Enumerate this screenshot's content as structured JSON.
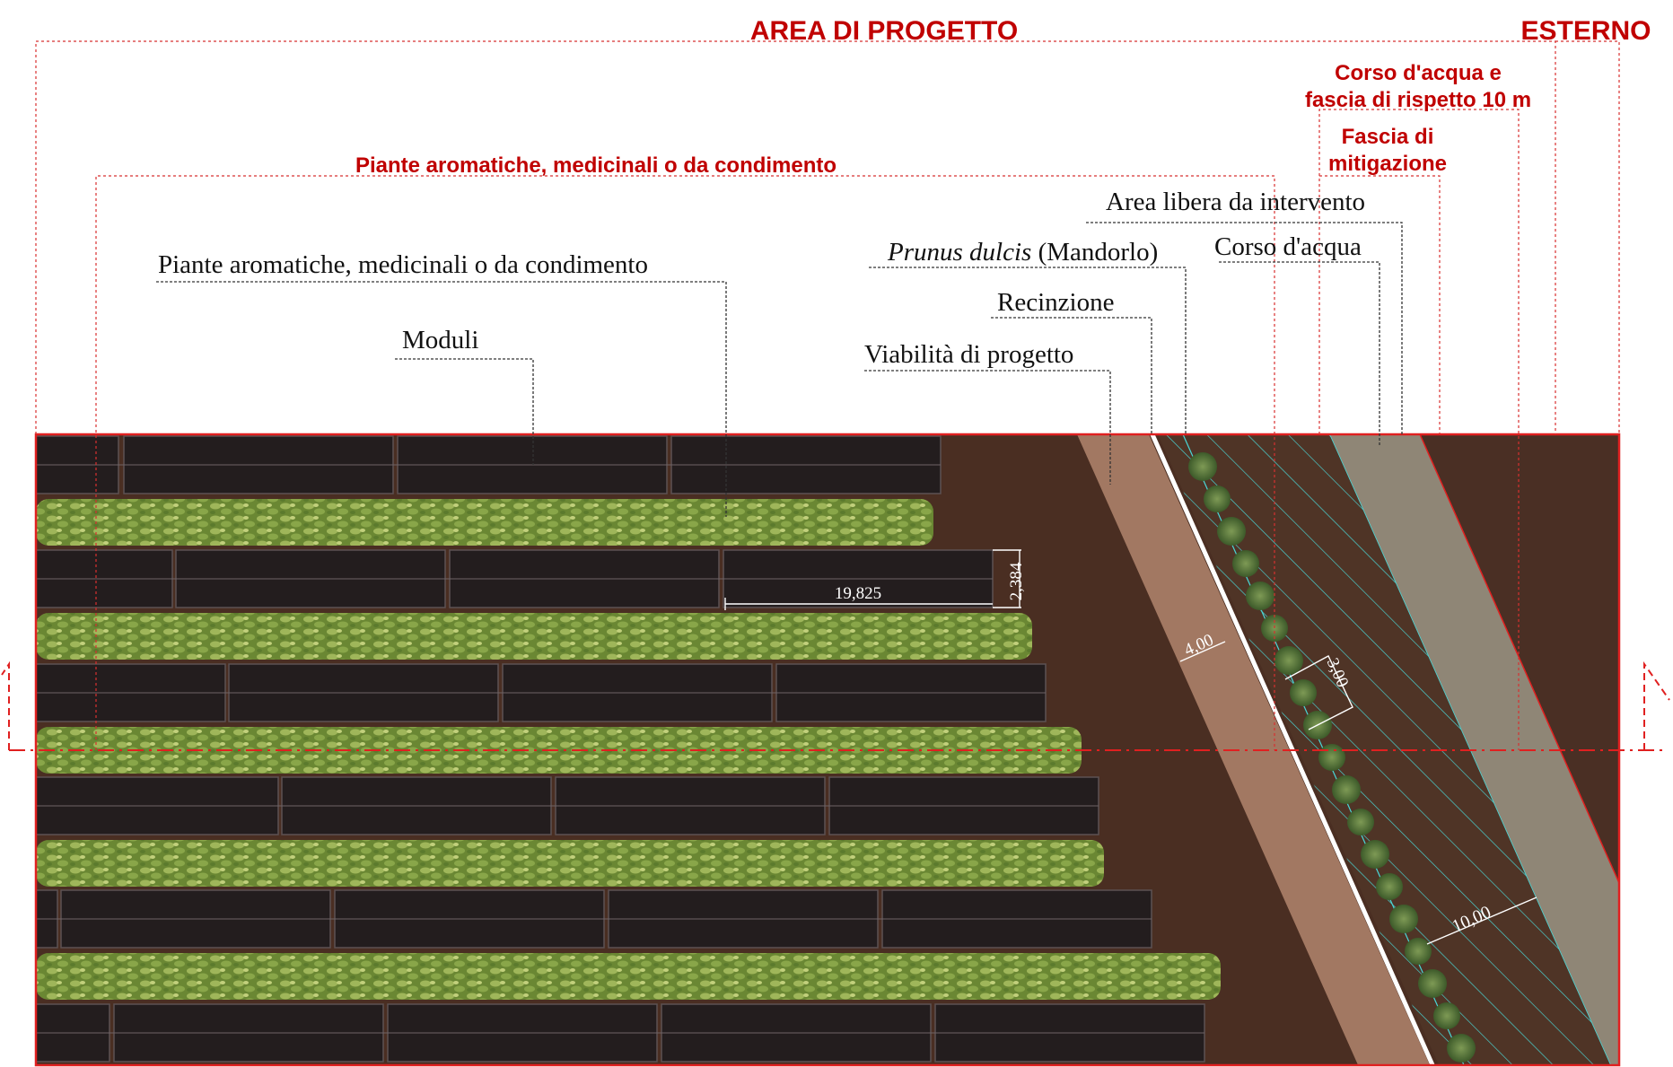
{
  "headers": {
    "area_progetto": "AREA DI PROGETTO",
    "esterno": "ESTERNO",
    "corso_fascia_line1": "Corso d'acqua e",
    "corso_fascia_line2": "fascia di rispetto 10 m",
    "fascia_mitigazione_line1": "Fascia di",
    "fascia_mitigazione_line2": "mitigazione",
    "piante_zone": "Piante aromatiche, medicinali o da condimento"
  },
  "labels": {
    "area_libera": "Area libera da intervento",
    "prunus_italic": "Prunus dulcis",
    "prunus_rest": " (Mandorlo)",
    "corso_acqua": "Corso d'acqua",
    "recinzione": "Recinzione",
    "viabilita": "Viabilità di progetto",
    "piante": "Piante aromatiche, medicinali o da condimento",
    "moduli": "Moduli"
  },
  "dimensions": {
    "module_length": "19,825",
    "module_width": "2,384",
    "road_width": "4,00",
    "mitigation_width": "3,00",
    "buffer_width": "10,00"
  },
  "colors": {
    "accent_red": "#c00000",
    "soil": "#4a2e22",
    "panel": "#231d1e",
    "plants": "#6f8a35",
    "road": "#a27862",
    "water_channel": "#8f8676",
    "hatch": "#49d8d8",
    "fence": "#ffffff"
  }
}
